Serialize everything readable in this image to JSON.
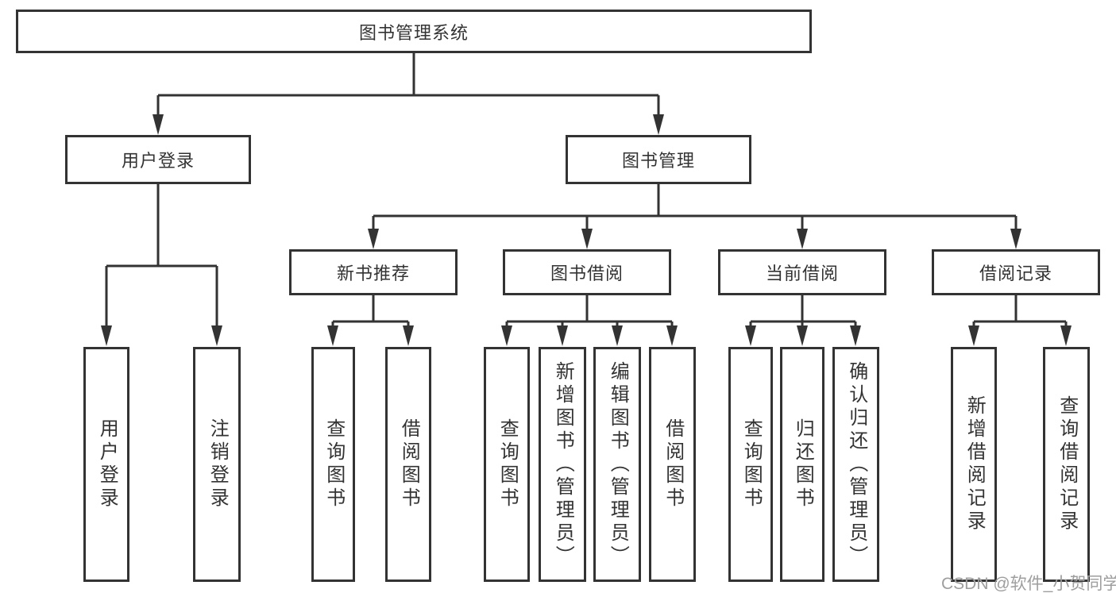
{
  "tree": {
    "root": "图书管理系统",
    "children": [
      {
        "label": "用户登录",
        "children": [
          "用户登录",
          "注销登录"
        ]
      },
      {
        "label": "图书管理",
        "children": [
          {
            "label": "新书推荐",
            "children": [
              "查询图书",
              "借阅图书"
            ]
          },
          {
            "label": "图书借阅",
            "children": [
              "查询图书",
              "新增图书（管理员）",
              "编辑图书（管理员）",
              "借阅图书"
            ]
          },
          {
            "label": "当前借阅",
            "children": [
              "查询图书",
              "归还图书",
              "确认归还（管理员）"
            ]
          },
          {
            "label": "借阅记录",
            "children": [
              "新增借阅记录",
              "查询借阅记录"
            ]
          }
        ]
      }
    ]
  },
  "watermark": {
    "text": "CSDN @软件_小贺同学"
  },
  "colors": {
    "line": "#333333",
    "text": "#333333",
    "box_background": "#ffffff",
    "watermark": "#9e9e9e"
  }
}
